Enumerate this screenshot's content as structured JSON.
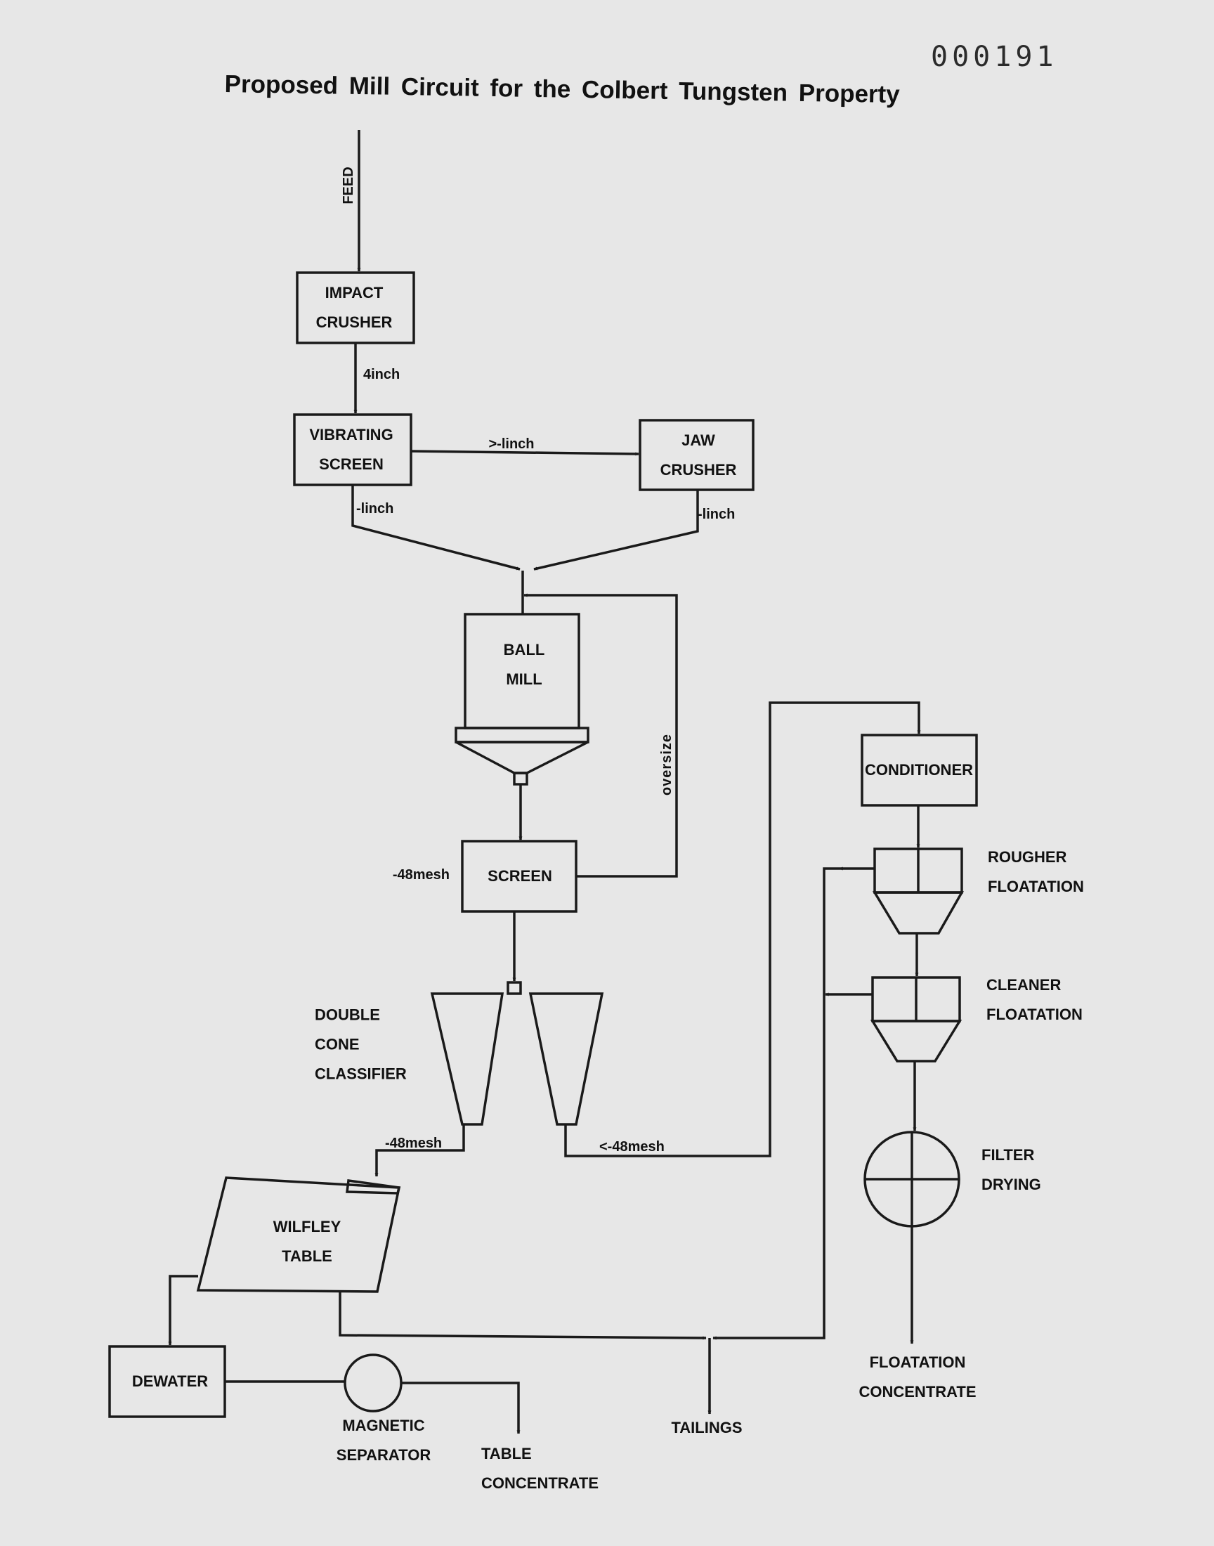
{
  "document": {
    "id_stamp": "000191",
    "title": "Proposed Mill Circuit for the Colbert Tungsten Property"
  },
  "units": {
    "impact_crusher": [
      "IMPACT",
      "CRUSHER"
    ],
    "vibrating_screen": [
      "VIBRATING",
      "SCREEN"
    ],
    "jaw_crusher": [
      "JAW",
      "CRUSHER"
    ],
    "ball_mill": [
      "BALL",
      "MILL"
    ],
    "screen": "SCREEN",
    "double_cone_classifier": [
      "DOUBLE",
      "CONE",
      "CLASSIFIER"
    ],
    "wilfley_table": [
      "WILFLEY",
      "TABLE"
    ],
    "dewater": "DEWATER",
    "magnetic_separator": [
      "MAGNETIC",
      "SEPARATOR"
    ],
    "conditioner": "CONDITIONER",
    "rougher_floatation": [
      "ROUGHER",
      "FLOATATION"
    ],
    "cleaner_floatation": [
      "CLEANER",
      "FLOATATION"
    ],
    "filter_drying": [
      "FILTER",
      "DRYING"
    ]
  },
  "streams": {
    "feed": "FEED",
    "crusher_product": "4inch",
    "screen_oversize": ">-linch",
    "screen_undersize": "-linch",
    "jaw_product": "-linch",
    "oversize_return": "oversize",
    "screen_undersize_mesh": "-48mesh",
    "classifier_left": "-48mesh",
    "classifier_right": "<-48mesh"
  },
  "outputs": {
    "table_concentrate": [
      "TABLE",
      "CONCENTRATE"
    ],
    "tailings": "TAILINGS",
    "floatation_concentrate": [
      "FLOATATION",
      "CONCENTRATE"
    ]
  },
  "colors": {
    "paper": "#e7e7e7",
    "ink": "#1a1a1a"
  }
}
